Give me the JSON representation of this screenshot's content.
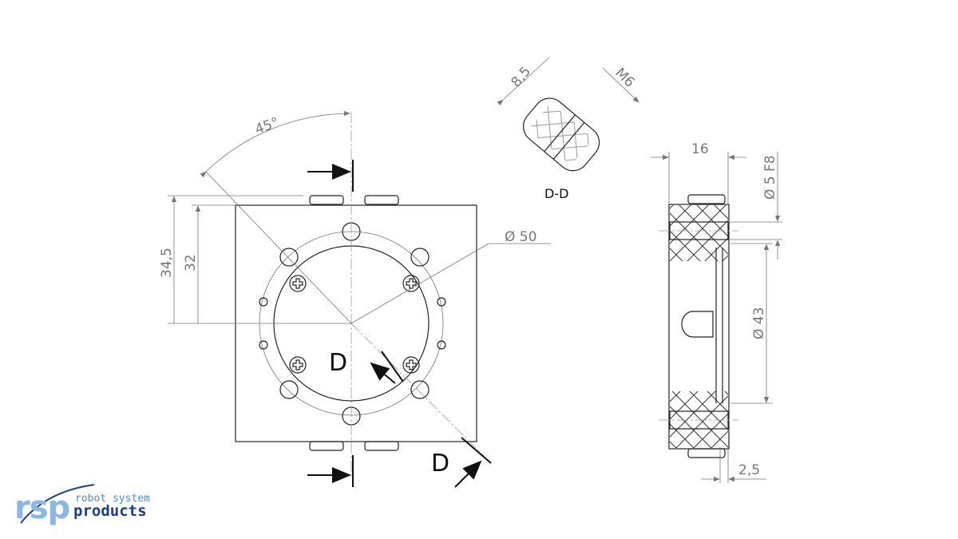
{
  "front_view": {
    "dim_height_outer": "34,5",
    "dim_height_inner": "32",
    "dim_angle": "45°",
    "dim_diameter": "Ø 50",
    "section_label_1": "D",
    "section_label_2": "D"
  },
  "section_view": {
    "title": "D-D",
    "dim_width": "8,5",
    "dim_thread": "M6"
  },
  "side_view": {
    "dim_width": "16",
    "dim_pin": "Ø 5 F8",
    "dim_bore": "Ø 43",
    "dim_plate": "2,5"
  },
  "logo": {
    "mark": "rsp",
    "line1": "robot system",
    "line2": "products"
  }
}
